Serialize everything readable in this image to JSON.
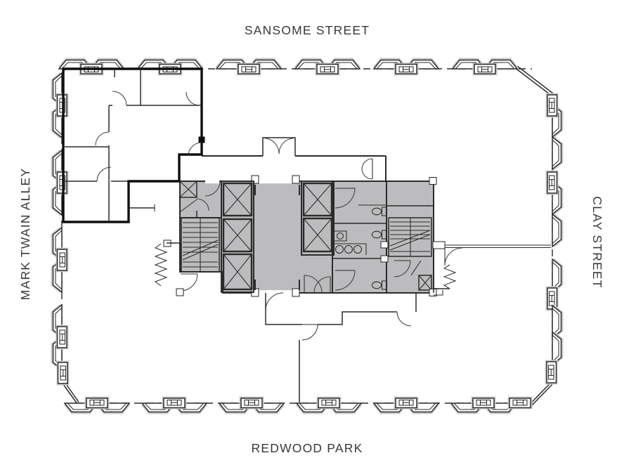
{
  "labels": {
    "top": "SANSOME STREET",
    "left": "MARK TWAIN ALLEY",
    "right": "CLAY STREET",
    "bottom": "REDWOOD PARK"
  },
  "colors": {
    "background": "#ffffff",
    "label_text": "#383838",
    "line": "#2b2b2b",
    "wall_thick": "#0f0f0f",
    "core_fill": "#bcbcbe",
    "bay_shade": "#cccccc",
    "door_arc": "#3f3f3f"
  },
  "icons": {
    "bay_window": "trapezoid-bump",
    "window_bay": "h-glyph-box",
    "elevator": "x-crossed-box",
    "stairs": "tread-lines-with-break",
    "toilet": "oval-with-tank",
    "sink": "circle",
    "door": "quarter-arc-swing",
    "operable_partition": "zigzag"
  }
}
